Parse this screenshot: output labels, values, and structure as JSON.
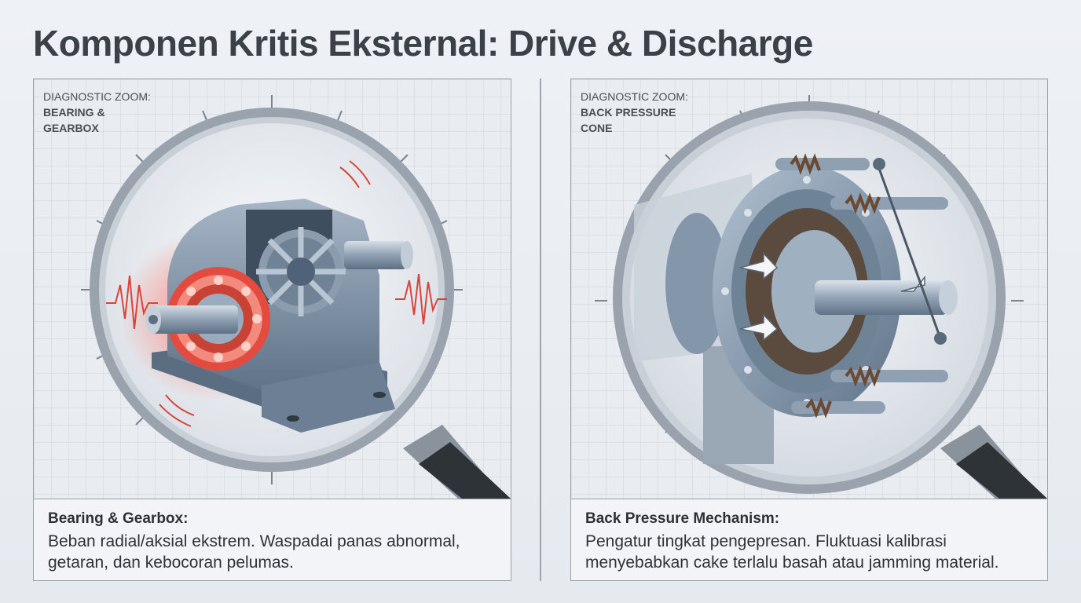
{
  "page": {
    "title": "Komponen Kritis Eksternal: Drive & Discharge"
  },
  "panels": [
    {
      "zoom_label": "DIAGNOSTIC ZOOM:",
      "zoom_subject_line1": "BEARING &",
      "zoom_subject_line2": "GEARBOX",
      "caption_title": "Bearing & Gearbox:",
      "caption_text": "Beban radial/aksial ekstrem. Waspadai panas abnormal, getaran, dan kebocoran pelumas.",
      "icon": "gearbox-bearing-illustration",
      "accent_color": "#e2463b"
    },
    {
      "zoom_label": "DIAGNOSTIC ZOOM:",
      "zoom_subject_line1": "BACK PRESSURE",
      "zoom_subject_line2": "CONE",
      "caption_title": "Back Pressure Mechanism:",
      "caption_text": "Pengatur tingkat pengepresan. Fluktuasi kalibrasi menyebabkan cake terlalu basah atau jamming material.",
      "icon": "back-pressure-cone-illustration",
      "accent_color": "#5b6b7c"
    }
  ],
  "colors": {
    "steel": "#7f93a8",
    "steel_dark": "#4f6277",
    "heat": "#e2463b",
    "lens_ring": "#9aa3ad"
  }
}
